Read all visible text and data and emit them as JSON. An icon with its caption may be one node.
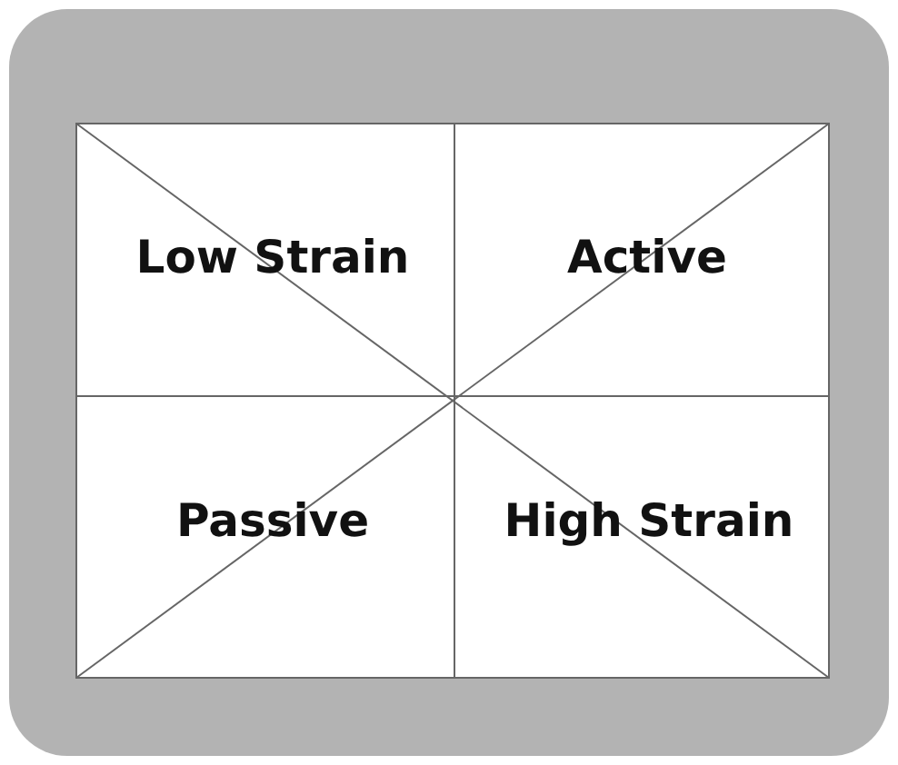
{
  "diagram": {
    "labels": [
      "Low Strain",
      "Active",
      "Passive",
      "High Strain"
    ]
  }
}
